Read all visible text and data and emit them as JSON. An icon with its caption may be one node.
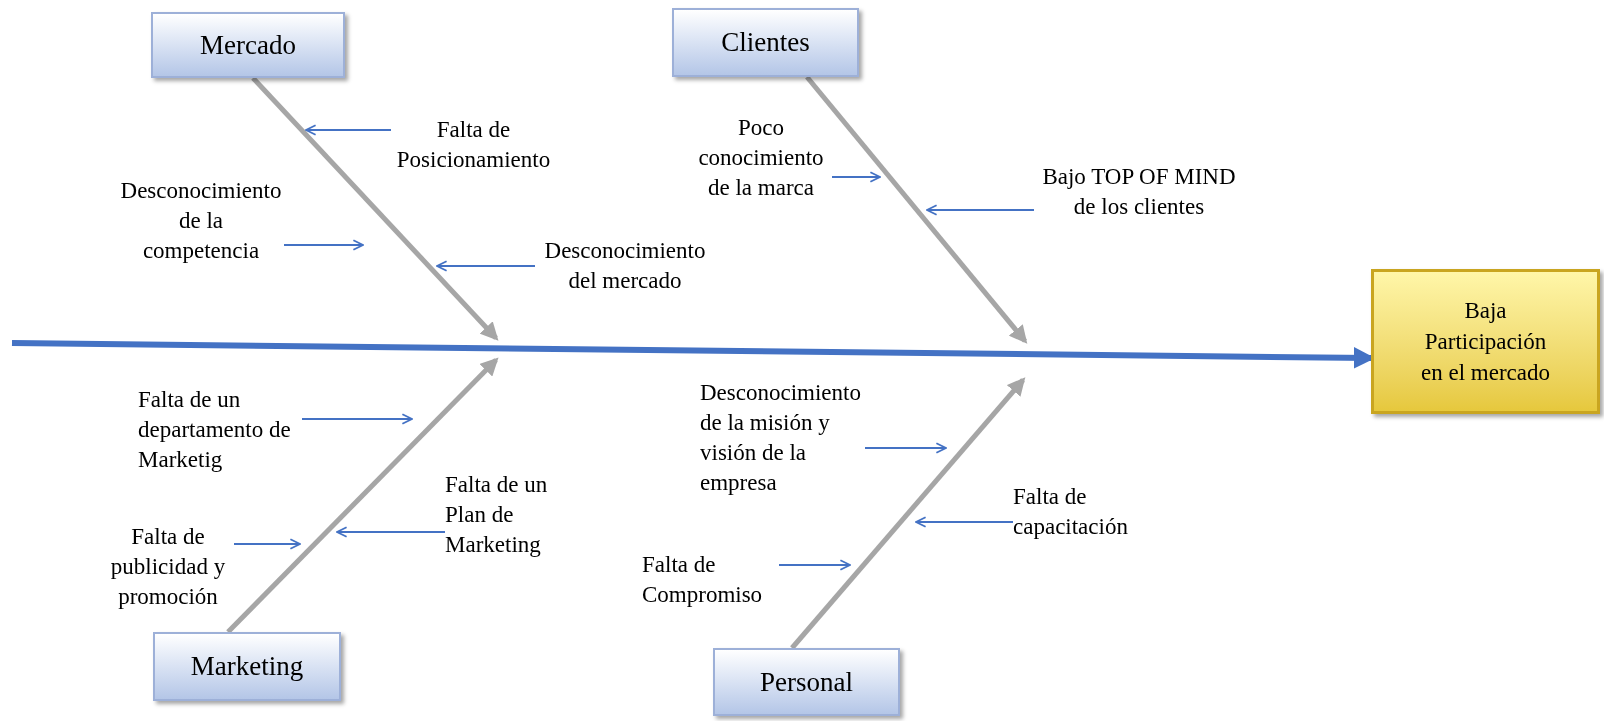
{
  "diagram": {
    "nodes": [
      {
        "text": [
          "Mercado"
        ]
      },
      {
        "text": [
          "Clientes"
        ]
      },
      {
        "text": [
          "Marketing"
        ]
      },
      {
        "text": [
          "Personal"
        ]
      },
      {
        "text": [
          "Baja Participación en el mercado"
        ]
      },
      {
        "text": [
          "Falta de Posicionamiento"
        ]
      },
      {
        "text": [
          "Desconocimiento de la competencia"
        ]
      },
      {
        "text": [
          "Desconocimiento del mercado"
        ]
      },
      {
        "text": [
          "Poco conocimiento de la marca"
        ]
      },
      {
        "text": [
          "Bajo TOP OF MIND de los clientes"
        ]
      },
      {
        "text": [
          "Falta de un departamento de Marketig"
        ]
      },
      {
        "text": [
          "Falta de un Plan de Marketing"
        ]
      },
      {
        "text": [
          "Falta de publicidad y promoción"
        ]
      },
      {
        "text": [
          "Desconocimiento de la misión y visión de la empresa"
        ]
      },
      {
        "text": [
          "Falta de capacitación"
        ]
      },
      {
        "text": [
          "Falta de Compromiso"
        ]
      }
    ],
    "edges": [
      {
        "from": null,
        "to": 4,
        "arrow": "to",
        "style": "thick"
      },
      {
        "from": 0,
        "to": null,
        "arrow": "to",
        "style": "thick",
        "color": "#a6a6a6"
      },
      {
        "from": 1,
        "to": null,
        "arrow": "to",
        "style": "thick",
        "color": "#a6a6a6"
      },
      {
        "from": 2,
        "to": null,
        "arrow": "to",
        "style": "thick",
        "color": "#a6a6a6"
      },
      {
        "from": 3,
        "to": null,
        "arrow": "to",
        "style": "thick",
        "color": "#a6a6a6"
      },
      {
        "from": 5,
        "to": null,
        "arrow": "to"
      },
      {
        "from": 6,
        "to": null,
        "arrow": "to"
      },
      {
        "from": 7,
        "to": null,
        "arrow": "to"
      },
      {
        "from": 8,
        "to": null,
        "arrow": "to"
      },
      {
        "from": 9,
        "to": null,
        "arrow": "to"
      },
      {
        "from": 10,
        "to": null,
        "arrow": "to"
      },
      {
        "from": 11,
        "to": null,
        "arrow": "to"
      },
      {
        "from": 12,
        "to": null,
        "arrow": "to"
      },
      {
        "from": 13,
        "to": null,
        "arrow": "to"
      },
      {
        "from": 14,
        "to": null,
        "arrow": "to"
      },
      {
        "from": 15,
        "to": null,
        "arrow": "to"
      }
    ]
  }
}
